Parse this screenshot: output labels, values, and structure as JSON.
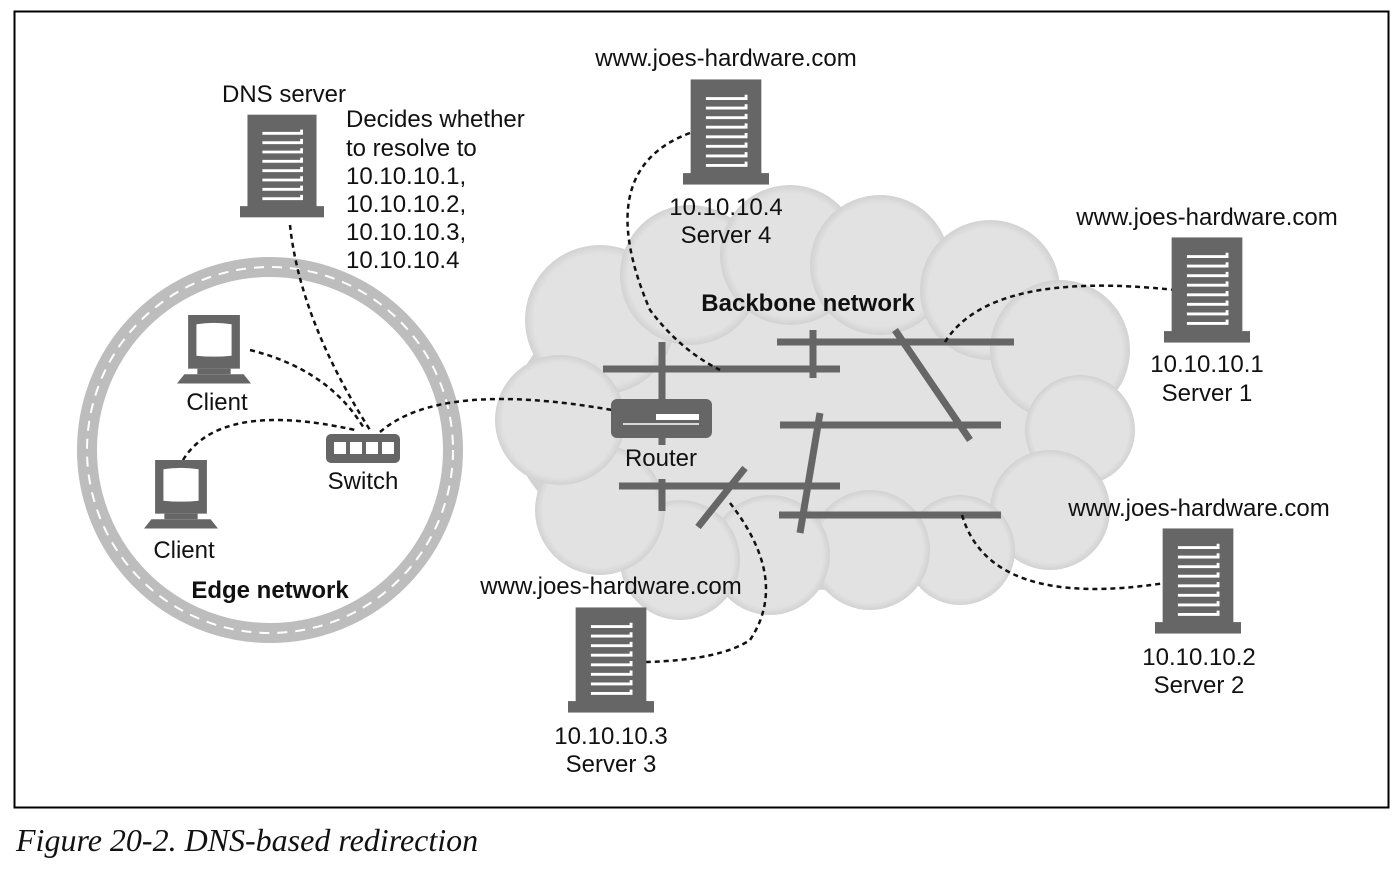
{
  "figure": {
    "caption": "Figure 20-2. DNS-based redirection",
    "colors": {
      "device": "#666666",
      "cloud": "#e2e2e2",
      "ring": "#bdbdbd",
      "text": "#111111",
      "frame": "#000000"
    }
  },
  "dns_server": {
    "label": "DNS server",
    "note_lines": [
      "Decides whether",
      "to resolve to",
      "10.10.10.1,",
      "10.10.10.2,",
      "10.10.10.3,",
      "10.10.10.4"
    ]
  },
  "edge_network": {
    "label": "Edge network",
    "clients": [
      {
        "label": "Client"
      },
      {
        "label": "Client"
      }
    ],
    "switch": {
      "label": "Switch"
    }
  },
  "backbone_network": {
    "label": "Backbone network",
    "router": {
      "label": "Router"
    }
  },
  "servers": [
    {
      "hostname": "www.joes-hardware.com",
      "ip": "10.10.10.1",
      "name": "Server 1"
    },
    {
      "hostname": "www.joes-hardware.com",
      "ip": "10.10.10.2",
      "name": "Server 2"
    },
    {
      "hostname": "www.joes-hardware.com",
      "ip": "10.10.10.3",
      "name": "Server 3"
    },
    {
      "hostname": "www.joes-hardware.com",
      "ip": "10.10.10.4",
      "name": "Server 4"
    }
  ]
}
